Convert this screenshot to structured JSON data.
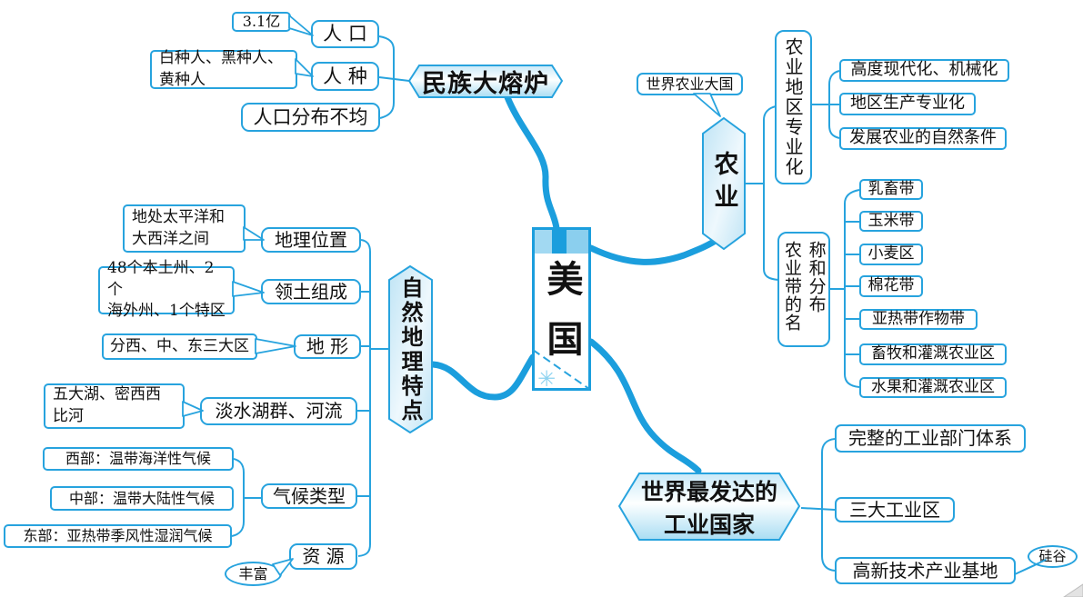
{
  "colors": {
    "line": "#27a3de",
    "thick_line": "#1b9edd",
    "node_fill": "#ffffff",
    "hex_gradient_top": "#c9e9f8",
    "hex_gradient_bottom": "#a9ddf3",
    "band": "#a2d9f2"
  },
  "icons": {
    "snowflake": "✳"
  },
  "center": {
    "title": "美国"
  },
  "melting_pot": {
    "header": "民族大熔炉",
    "population": {
      "label": "人 口",
      "callout": "3.1亿"
    },
    "race": {
      "label": "人 种",
      "callout": "白种人、黑种人、\n黄种人"
    },
    "distribution": "人口分布不均"
  },
  "natural": {
    "header": "自然地理特点",
    "location": {
      "label": "地理位置",
      "callout": "地处太平洋和\n大西洋之间"
    },
    "territory": {
      "label": "领土组成",
      "callout": "48个本土州、2个\n海外州、1个特区"
    },
    "terrain": {
      "label": "地 形",
      "callout": "分西、中、东三大区"
    },
    "lakes": {
      "label": "淡水湖群、河流",
      "callout": "五大湖、密西西\n比河"
    },
    "climate": {
      "label": "气候类型",
      "west": "西部：温带海洋性气候",
      "middle": "中部：温带大陆性气候",
      "east": "东部：亚热带季风性湿润气候"
    },
    "resource": {
      "label": "资 源",
      "bubble": "丰富"
    }
  },
  "agriculture": {
    "header": "农业",
    "callout": "世界农业大国",
    "specialization": {
      "header": "农业地区专业化",
      "items": [
        "高度现代化、机械化",
        "地区生产专业化",
        "发展农业的自然条件"
      ]
    },
    "belts": {
      "header": "农业带的名称和分布",
      "items": [
        "乳畜带",
        "玉米带",
        "小麦区",
        "棉花带",
        "亚热带作物带",
        "畜牧和灌溉农业区",
        "水果和灌溉农业区"
      ]
    }
  },
  "industry": {
    "header_line1": "世界最发达的",
    "header_line2": "工业国家",
    "items": [
      "完整的工业部门体系",
      "三大工业区",
      "高新技术产业基地"
    ],
    "bubble": "硅谷"
  }
}
